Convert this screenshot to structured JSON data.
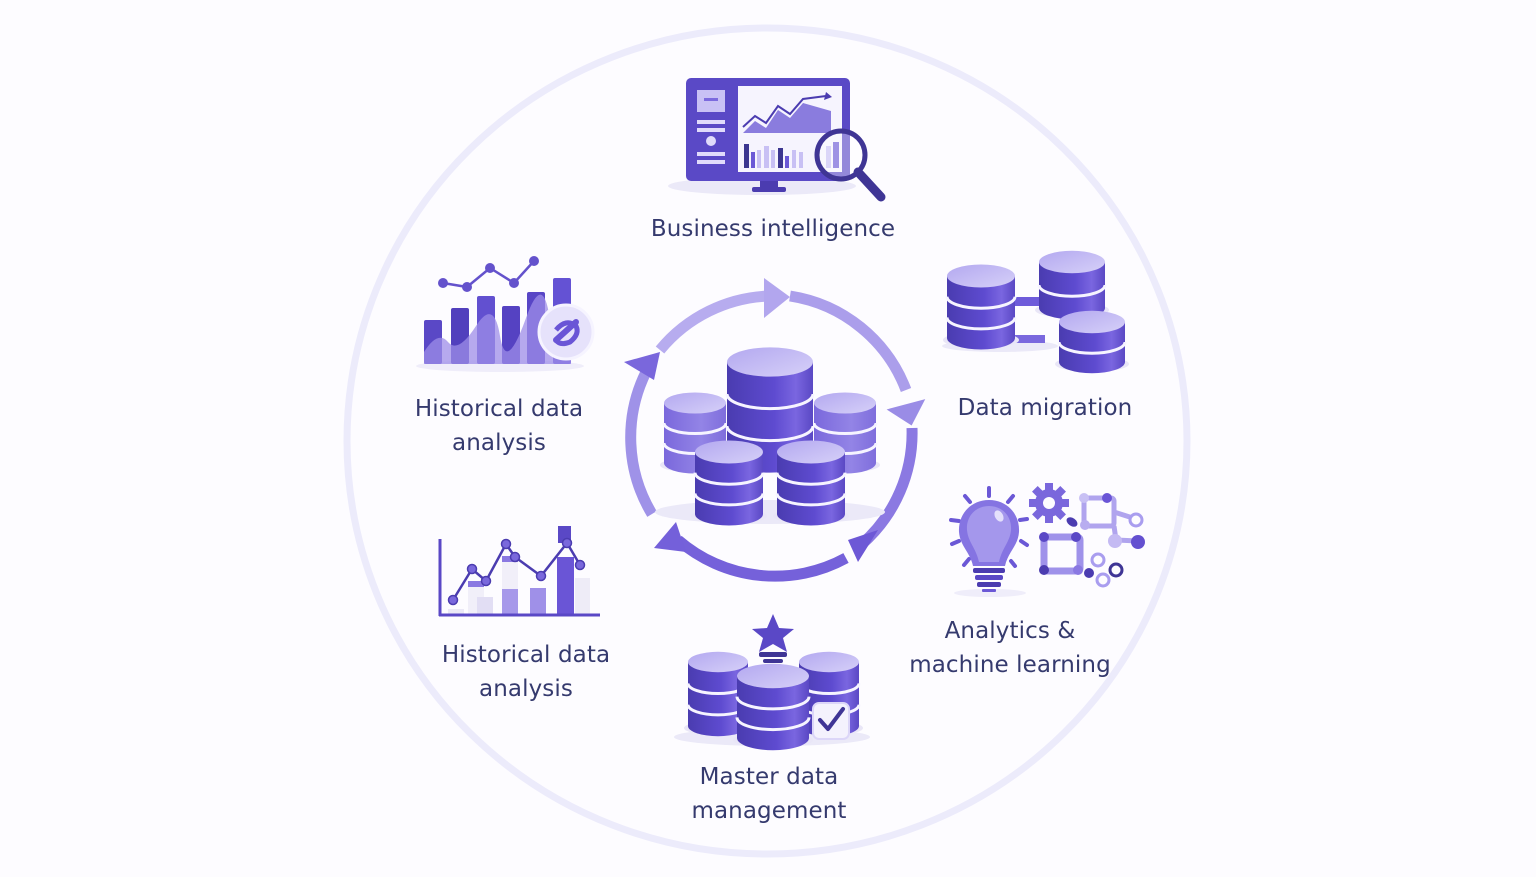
{
  "diagram": {
    "type": "circular-hub",
    "center": {
      "name": "data-hub",
      "icon": "database-cluster-icon",
      "cycle_icon": "circular-arrows-icon"
    },
    "colors": {
      "background": "#fdfcff",
      "outer_ring": "#ecebfb",
      "primary_dark": "#4b3cb0",
      "primary": "#6a55d6",
      "primary_light": "#a89bec",
      "primary_pale": "#d8d2f7",
      "label_text": "#353a6e"
    },
    "nodes": [
      {
        "id": "business-intelligence",
        "icon": "monitor-dashboard-magnifier-icon",
        "lines": [
          "Business intelligence"
        ]
      },
      {
        "id": "data-migration",
        "icon": "database-transfer-icon",
        "lines": [
          "Data migration"
        ]
      },
      {
        "id": "analytics-ml",
        "icon": "lightbulb-gear-network-icon",
        "lines": [
          "Analytics &",
          "machine learning"
        ]
      },
      {
        "id": "master-data-management",
        "icon": "database-star-check-icon",
        "lines": [
          "Master data",
          "management"
        ]
      },
      {
        "id": "historical-data-analysis-2",
        "icon": "line-bar-chart-icon",
        "lines": [
          "Historical data",
          "analysis"
        ]
      },
      {
        "id": "historical-data-analysis-1",
        "icon": "bar-chart-trend-icon",
        "lines": [
          "Historical data",
          "analysis"
        ]
      }
    ]
  }
}
